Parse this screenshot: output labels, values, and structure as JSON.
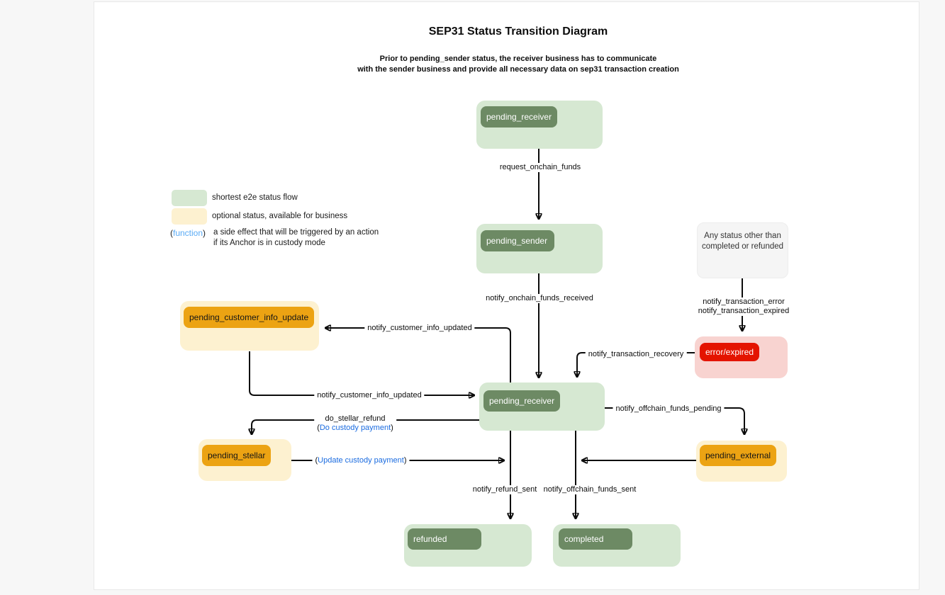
{
  "title": "SEP31 Status Transition Diagram",
  "subtitle": {
    "line1": "Prior to pending_sender status, the receiver business has to communicate",
    "line2": "with the sender business and provide all necessary data on sep31 transaction creation"
  },
  "legend": {
    "green_label": "shortest e2e status flow",
    "yellow_label": "optional status, available for business",
    "function_word": "function",
    "desc_line1": "a side effect that will be triggered by an action",
    "desc_line2": "if its Anchor is in custody mode"
  },
  "punct": {
    "paren_open": "(",
    "paren_close": ")"
  },
  "nodes": {
    "pending_receiver_top": {
      "label": "pending_receiver"
    },
    "pending_sender": {
      "label": "pending_sender"
    },
    "pending_receiver_mid": {
      "label": "pending_receiver"
    },
    "pending_customer_info_update": {
      "label": "pending_customer_info_update"
    },
    "pending_stellar": {
      "label": "pending_stellar"
    },
    "pending_external": {
      "label": "pending_external"
    },
    "error_expired": {
      "label": "error/expired"
    },
    "refunded": {
      "label": "refunded"
    },
    "completed": {
      "label": "completed"
    },
    "any_status": {
      "line1": "Any status other than",
      "line2": "completed or refunded"
    }
  },
  "edges": {
    "request_onchain_funds": "request_onchain_funds",
    "notify_onchain_funds_received": "notify_onchain_funds_received",
    "notify_customer_info_updated": "notify_customer_info_updated",
    "notify_transaction_error": "notify_transaction_error",
    "notify_transaction_expired": "notify_transaction_expired",
    "notify_transaction_recovery": "notify_transaction_recovery",
    "notify_offchain_funds_pending": "notify_offchain_funds_pending",
    "do_stellar_refund": "do_stellar_refund",
    "do_custody_payment": "Do custody payment",
    "update_custody_payment": "Update custody payment",
    "notify_refund_sent": "notify_refund_sent",
    "notify_offchain_funds_sent": "notify_offchain_funds_sent"
  },
  "colors": {
    "green_node_bg": "#d6e8d2",
    "green_badge_bg": "#6d8a64",
    "optional_node_bg": "#fdf1d0",
    "optional_badge_bg": "#eca313",
    "error_node_bg": "#f8d3d0",
    "error_badge_bg": "#e41400",
    "gray_node_bg": "#f5f5f5",
    "function_blue": "#5aabf5",
    "custody_blue": "#1b6ce0"
  }
}
